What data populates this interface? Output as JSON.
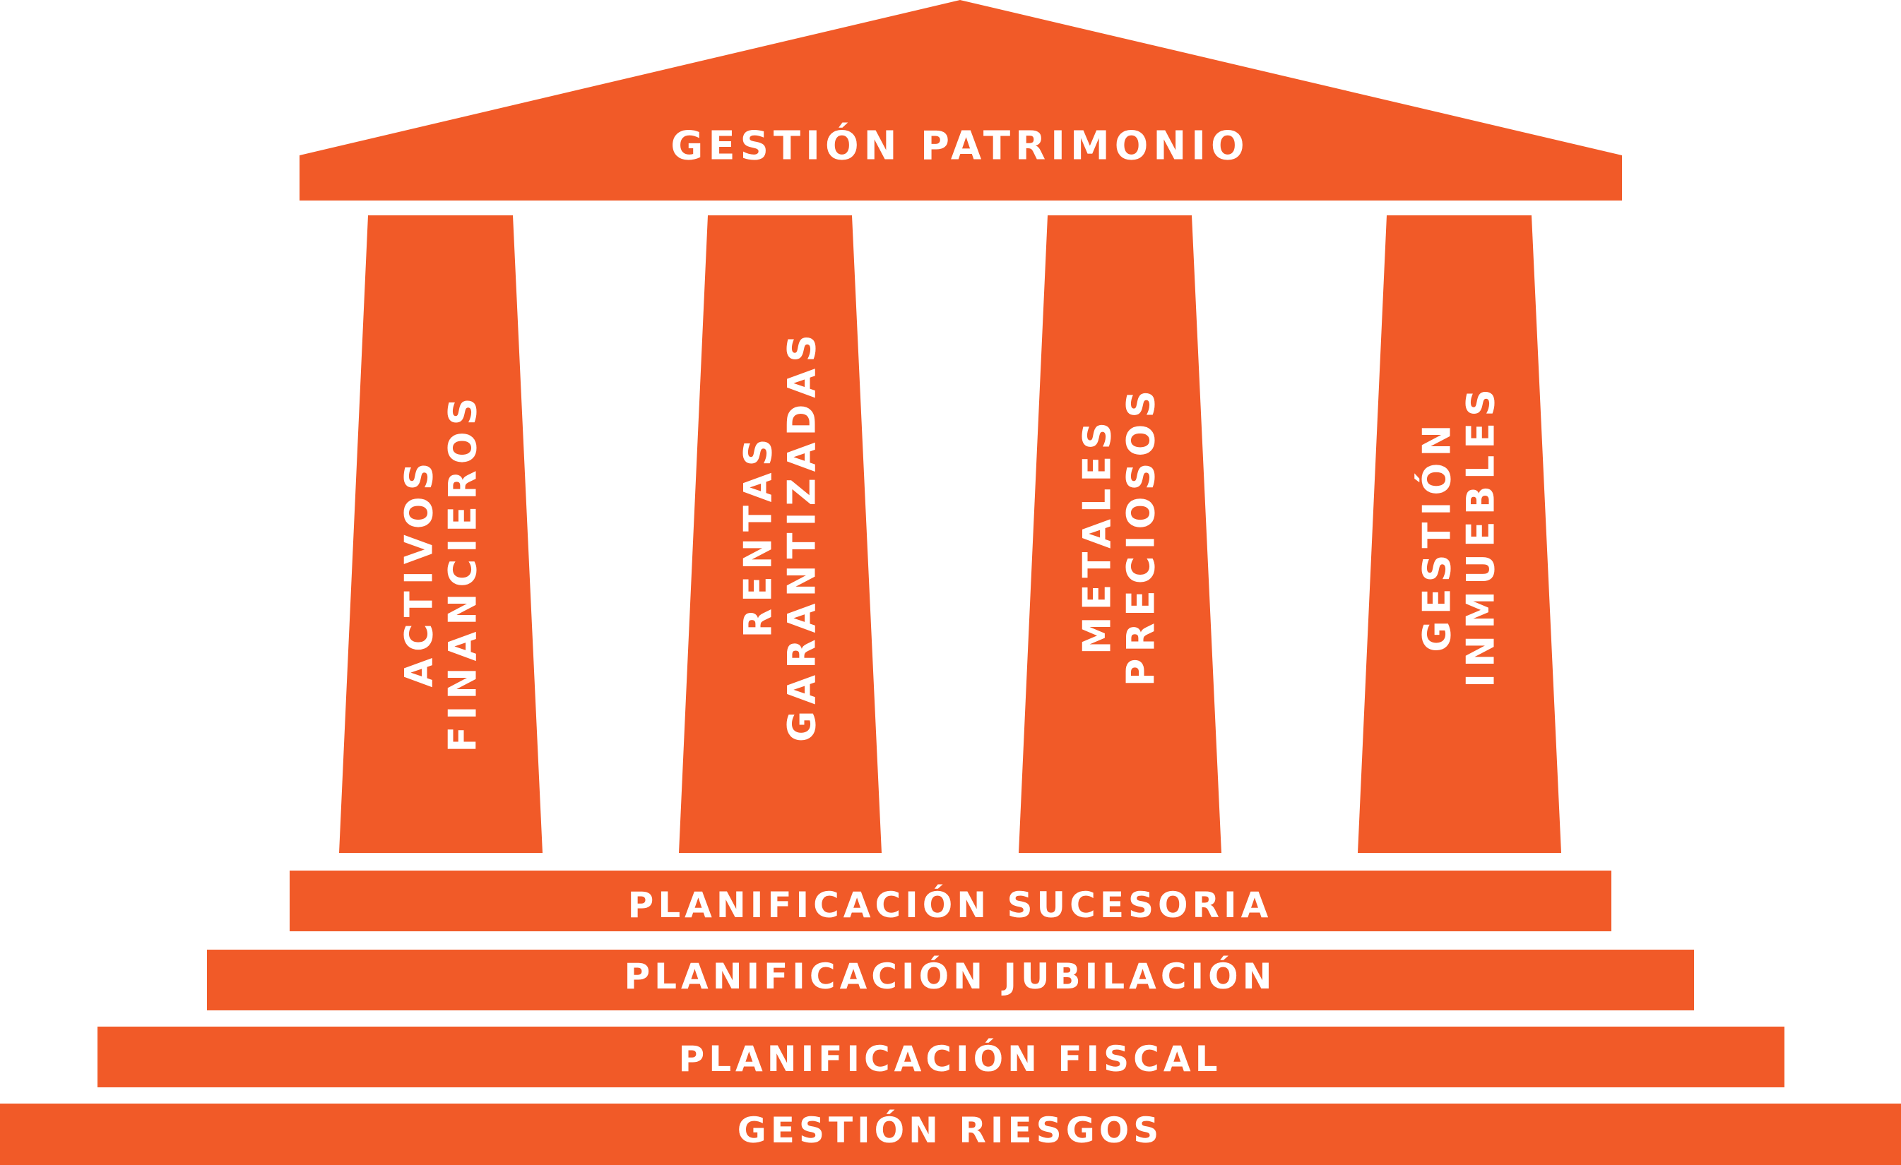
{
  "roof": {
    "label": "GESTIÓN PATRIMONIO"
  },
  "columns": [
    {
      "line1": "ACTIVOS",
      "line2": "FINANCIEROS"
    },
    {
      "line1": "RENTAS",
      "line2": "GARANTIZADAS"
    },
    {
      "line1": "METALES",
      "line2": "PRECIOSOS"
    },
    {
      "line1": "GESTIÓN",
      "line2": "INMUEBLES"
    }
  ],
  "steps": [
    {
      "label": "PLANIFICACIÓN SUCESORIA"
    },
    {
      "label": "PLANIFICACIÓN JUBILACIÓN"
    },
    {
      "label": "PLANIFICACIÓN FISCAL"
    },
    {
      "label": "GESTIÓN RIESGOS"
    }
  ],
  "colors": {
    "accent": "#F15A28",
    "text": "#FFFFFF",
    "background": "#FFFFFF"
  }
}
